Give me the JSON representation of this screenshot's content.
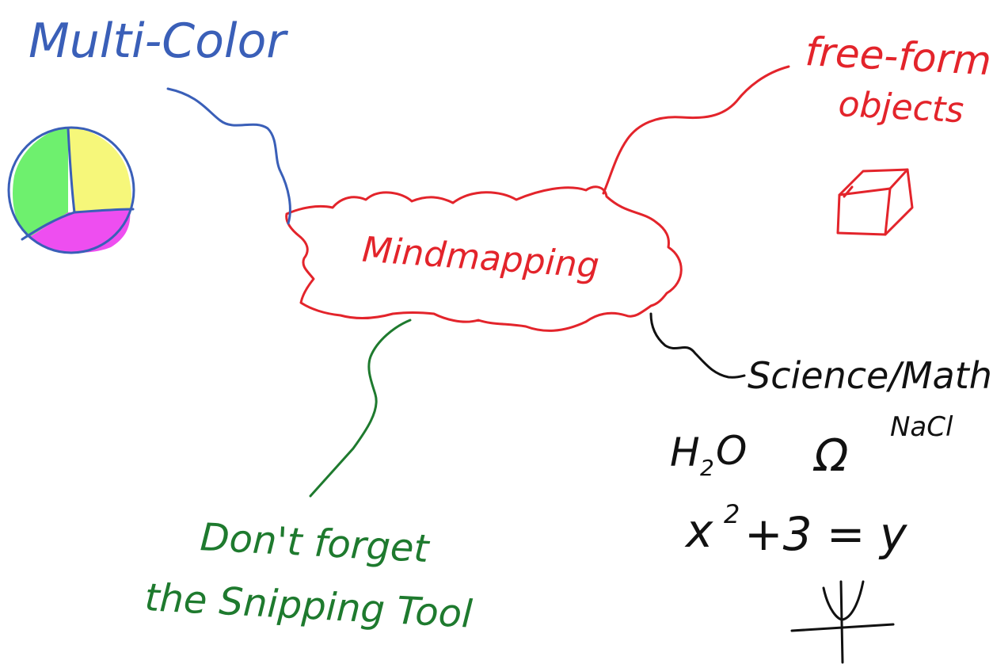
{
  "colors": {
    "blue": "#3a5fb8",
    "red": "#e3242b",
    "green": "#1e7a2e",
    "black": "#111111",
    "pie_green": "#6ef06e",
    "pie_yellow": "#f6f77a",
    "pie_magenta": "#ee4ef0"
  },
  "central": {
    "label": "Mindmapping"
  },
  "branches": {
    "multicolor": {
      "label": "Multi-Color"
    },
    "freeform": {
      "line1": "free-form",
      "line2": "objects"
    },
    "snipping": {
      "line1": "Don't forget",
      "line2": "the Snipping Tool"
    },
    "science": {
      "label": "Science/Math",
      "nacl": "NaCl",
      "h2o_h": "H",
      "h2o_sub": "2",
      "h2o_o": "O",
      "omega": "Ω",
      "eq_x": "x",
      "eq_exp": "2",
      "eq_rest": "+3 = y",
      "psi": "Ψ"
    }
  },
  "icons": {
    "pie": "pie-chart-icon",
    "cube": "cube-icon",
    "graph": "parabola-graph-icon"
  }
}
